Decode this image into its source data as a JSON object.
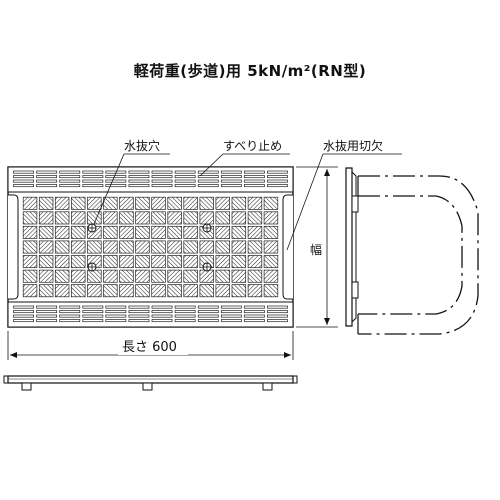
{
  "title": "軽荷重(歩道)用 5kN/m²(RN型)",
  "labels": {
    "drain_hole": "水抜穴",
    "anti_slip": "すべり止め",
    "drain_notch": "水抜用切欠",
    "width": "幅",
    "length": "長さ 600"
  }
}
